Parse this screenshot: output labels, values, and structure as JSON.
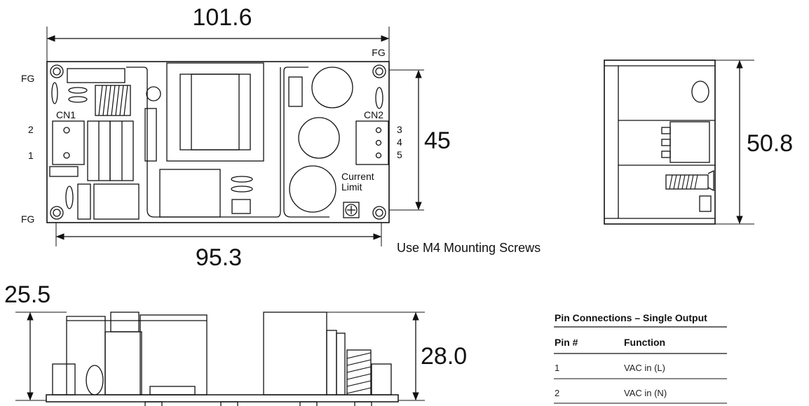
{
  "dimensions": {
    "top_width": "101.6",
    "bottom_width": "95.3",
    "right_height": "45",
    "side_height": "50.8",
    "profile_height_left": "25.5",
    "profile_height_right": "28.0"
  },
  "labels": {
    "fg": "FG",
    "cn1": "CN1",
    "cn2": "CN2",
    "cn1_pins": [
      "2",
      "1"
    ],
    "cn2_pins": [
      "3",
      "4",
      "5"
    ],
    "current_limit_line1": "Current",
    "current_limit_line2": "Limit",
    "mounting_note": "Use M4 Mounting Screws"
  },
  "pin_table": {
    "title": "Pin Connections – Single Output",
    "headers": [
      "Pin #",
      "Function"
    ],
    "rows": [
      {
        "pin": "1",
        "function": "VAC in (L)"
      },
      {
        "pin": "2",
        "function": "VAC in (N)"
      }
    ]
  }
}
